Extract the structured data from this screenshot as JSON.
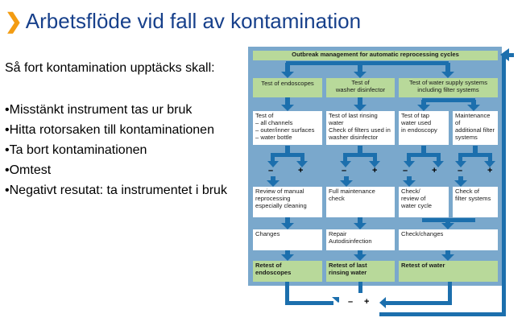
{
  "slide": {
    "title": "Arbetsflöde vid fall av kontamination",
    "intro": "Så fort kontamination upptäcks skall:",
    "bullets": [
      "Misstänkt instrument tas ur bruk",
      "Hitta rotorsaken till kontaminationen",
      "Ta bort kontaminationen",
      "Omtest",
      "Negativt resutat: ta instrumentet i bruk"
    ],
    "title_arrow_icon": "orange-chevron-right-icon"
  },
  "flowchart": {
    "colors": {
      "panel": "#7aa8cc",
      "green": "#b8d99a",
      "arrow": "#1c6fad",
      "text": "#1a1a1a"
    },
    "header": "Outbreak management for automatic reprocessing cycles",
    "branch_headers": [
      "Test of endoscopes",
      "Test of\nwasher disinfector",
      "Test of water supply systems\nincluding filter systems"
    ],
    "test_boxes": [
      "Test of\n– all channels\n– outer/inner surfaces\n– water bottle",
      "Test of last rinsing water\nCheck of filters used in\nwasher disinfector",
      "Test of tap\nwater used\nin endoscopy",
      "Maintenance of\nadditional filter\nsystems"
    ],
    "action_boxes": [
      "Review of manual\nreprocessing\nespecially cleaning",
      "Full maintenance\ncheck",
      "Check/\nreview of\nwater cycle",
      "Check of\nfilter systems"
    ],
    "change_boxes": [
      "Changes",
      "Repair\nAutodisinfection",
      "Check/changes"
    ],
    "retest_boxes": [
      "Retest of\nendoscopes",
      "Retest of last\nrinsing water",
      "Retest of water"
    ],
    "minus": "–",
    "plus": "+"
  }
}
